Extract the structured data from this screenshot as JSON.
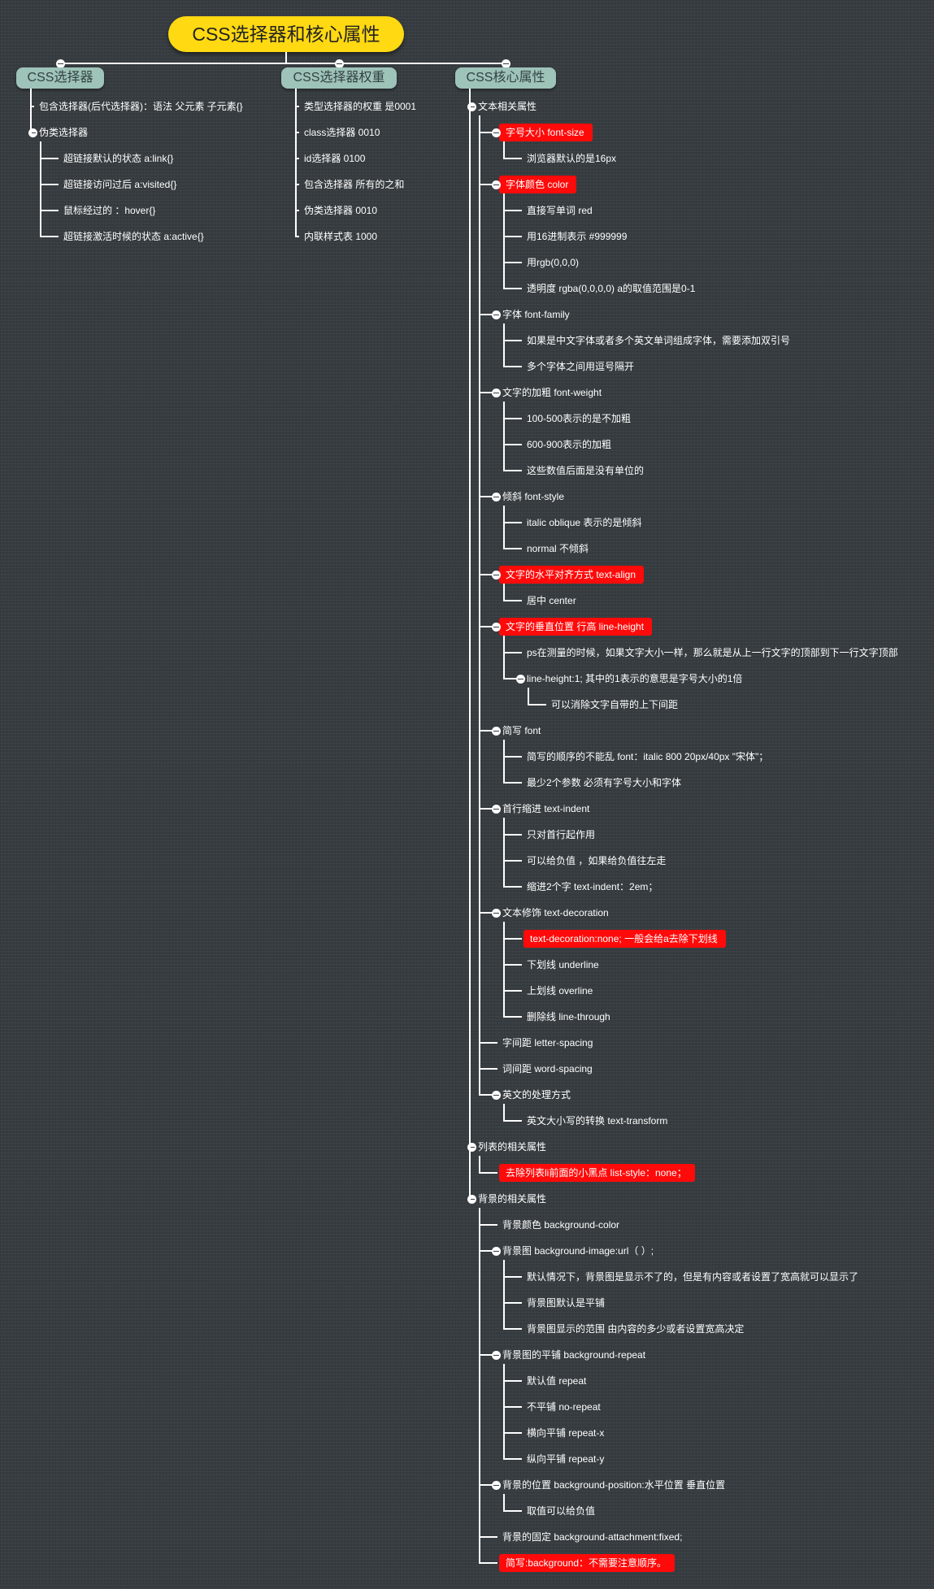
{
  "root": "CSS选择器和核心属性",
  "branches": [
    {
      "label": "CSS选择器",
      "children": [
        {
          "label": "包含选择器(后代选择器)：语法 父元素 子元素{}"
        },
        {
          "label": "伪类选择器",
          "children": [
            {
              "label": "超链接默认的状态 a:link{}"
            },
            {
              "label": "超链接访问过后 a:visited{}"
            },
            {
              "label": "鼠标经过的 ：hover{}"
            },
            {
              "label": "超链接激活时候的状态 a:active{}"
            }
          ]
        }
      ]
    },
    {
      "label": "CSS选择器权重",
      "children": [
        {
          "label": "类型选择器的权重 是0001"
        },
        {
          "label": "class选择器 0010"
        },
        {
          "label": "id选择器 0100"
        },
        {
          "label": "包含选择器 所有的之和"
        },
        {
          "label": "伪类选择器 0010"
        },
        {
          "label": "内联样式表 1000"
        }
      ]
    },
    {
      "label": "CSS核心属性",
      "children": [
        {
          "label": "文本相关属性",
          "children": [
            {
              "label": "字号大小 font-size",
              "highlight": true,
              "children": [
                {
                  "label": "浏览器默认的是16px"
                }
              ]
            },
            {
              "label": "字体颜色 color",
              "highlight": true,
              "children": [
                {
                  "label": "直接写单词 red"
                },
                {
                  "label": "用16进制表示 #999999"
                },
                {
                  "label": "用rgb(0,0,0)"
                },
                {
                  "label": "透明度 rgba(0,0,0,0) a的取值范围是0-1"
                }
              ]
            },
            {
              "label": "字体 font-family",
              "children": [
                {
                  "label": "如果是中文字体或者多个英文单词组成字体，需要添加双引号"
                },
                {
                  "label": "多个字体之间用逗号隔开"
                }
              ]
            },
            {
              "label": "文字的加粗 font-weight",
              "children": [
                {
                  "label": "100-500表示的是不加粗"
                },
                {
                  "label": "600-900表示的加粗"
                },
                {
                  "label": "这些数值后面是没有单位的"
                }
              ]
            },
            {
              "label": "倾斜 font-style",
              "children": [
                {
                  "label": "italic oblique 表示的是倾斜"
                },
                {
                  "label": "normal 不倾斜"
                }
              ]
            },
            {
              "label": "文字的水平对齐方式 text-align",
              "highlight": true,
              "children": [
                {
                  "label": "居中 center"
                }
              ]
            },
            {
              "label": "文字的垂直位置 行高 line-height",
              "highlight": true,
              "children": [
                {
                  "label": "ps在测量的时候，如果文字大小一样，那么就是从上一行文字的顶部到下一行文字顶部"
                },
                {
                  "label": "line-height:1; 其中的1表示的意思是字号大小的1倍",
                  "children": [
                    {
                      "label": "可以消除文字自带的上下间距"
                    }
                  ]
                }
              ]
            },
            {
              "label": "简写 font",
              "children": [
                {
                  "label": "简写的顺序的不能乱 font：italic 800 20px/40px \"宋体\"；"
                },
                {
                  "label": "最少2个参数 必须有字号大小和字体"
                }
              ]
            },
            {
              "label": "首行缩进 text-indent",
              "children": [
                {
                  "label": "只对首行起作用"
                },
                {
                  "label": "可以给负值 ，如果给负值往左走"
                },
                {
                  "label": "缩进2个字 text-indent：2em；"
                }
              ]
            },
            {
              "label": "文本修饰 text-decoration",
              "children": [
                {
                  "label": "text-decoration:none; 一般会给a去除下划线",
                  "highlight": true
                },
                {
                  "label": "下划线 underline"
                },
                {
                  "label": "上划线 overline"
                },
                {
                  "label": "删除线 line-through"
                }
              ]
            },
            {
              "label": "字间距 letter-spacing"
            },
            {
              "label": "词间距 word-spacing"
            },
            {
              "label": "英文的处理方式",
              "children": [
                {
                  "label": "英文大小写的转换 text-transform"
                }
              ]
            }
          ]
        },
        {
          "label": "列表的相关属性",
          "children": [
            {
              "label": "去除列表li前面的小黑点 list-style：none；",
              "highlight": true
            }
          ]
        },
        {
          "label": "背景的相关属性",
          "children": [
            {
              "label": "背景颜色 background-color"
            },
            {
              "label": "背景图 background-image:url（ ）;",
              "children": [
                {
                  "label": "默认情况下，背景图是显示不了的，但是有内容或者设置了宽高就可以显示了"
                },
                {
                  "label": "背景图默认是平铺"
                },
                {
                  "label": "背景图显示的范围 由内容的多少或者设置宽高决定"
                }
              ]
            },
            {
              "label": "背景图的平铺 background-repeat",
              "children": [
                {
                  "label": "默认值 repeat"
                },
                {
                  "label": "不平铺 no-repeat"
                },
                {
                  "label": "横向平铺 repeat-x"
                },
                {
                  "label": "纵向平铺 repeat-y"
                }
              ]
            },
            {
              "label": "背景的位置 background-position:水平位置 垂直位置",
              "children": [
                {
                  "label": "取值可以给负值"
                }
              ]
            },
            {
              "label": "背景的固定 background-attachment:fixed;"
            },
            {
              "label": "简写:background：不需要注意顺序。",
              "highlight": true
            }
          ]
        }
      ]
    }
  ],
  "colors": {
    "background": "#363c40",
    "root_fill": "#ffd912",
    "branch_fill": "#9ec3b9",
    "highlight": "#ff0a0a",
    "line": "#ffffff"
  }
}
